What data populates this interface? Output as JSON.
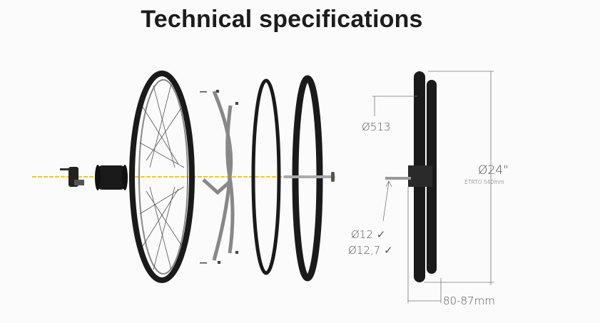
{
  "header": {
    "title": "Technical specifications"
  },
  "annotations": {
    "rim_diameter": "Ø513",
    "wheel_diameter": "Ø24\"",
    "etrto": "ETRTO 540mm",
    "axle_12": "Ø12 ✓",
    "axle_12_7": "Ø12,7 ✓",
    "width": "80-87mm"
  },
  "colors": {
    "axis_line": "#e8b400",
    "tire": "#1a1a1a",
    "sketch": "#666666"
  }
}
